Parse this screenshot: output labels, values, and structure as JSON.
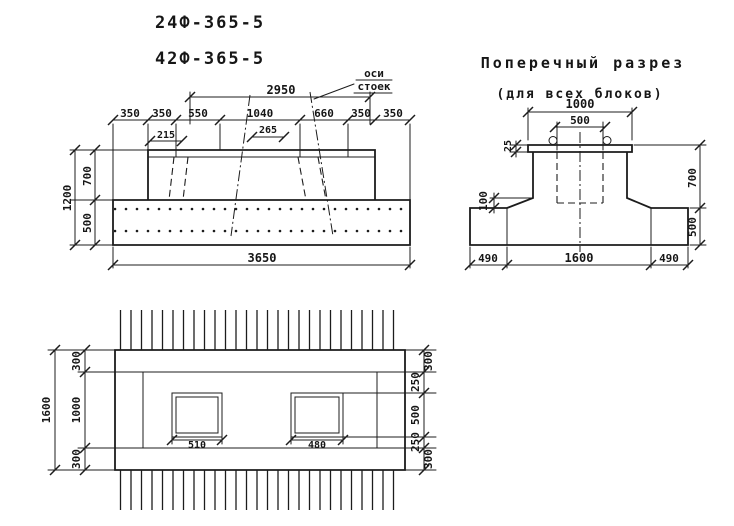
{
  "sheet": {
    "background": "#ffffff",
    "ink": "#1c1c1c"
  },
  "elevation": {
    "mark_top": "24Ф-365-5",
    "mark_bottom": "42Ф-365-5",
    "note_line1": "оси",
    "note_line2": "стоек",
    "dim_span": "2950",
    "chain": [
      "350",
      "350",
      "550",
      "1040",
      "660",
      "350",
      "350"
    ],
    "dim_offset_left": "215",
    "dim_offset_mid": "265",
    "dim_height_total": "1200",
    "dim_height_top": "700",
    "dim_height_base": "500",
    "dim_length_total": "3650"
  },
  "section": {
    "title": "Поперечный разрез",
    "subtitle": "(для всех блоков)",
    "dim_width_top": "1000",
    "dim_socket_width": "500",
    "dim_plate": "25",
    "dim_haunch": "100",
    "dim_height_top": "700",
    "dim_height_base": "500",
    "chain_bottom": [
      "490",
      "1600",
      "490"
    ]
  },
  "plan": {
    "left": {
      "dim_top": "300",
      "dim_mid": "1000",
      "dim_bottom": "300",
      "dim_total": "1600"
    },
    "right": {
      "dim_1": "300",
      "dim_2": "250",
      "dim_3": "500",
      "dim_4": "250",
      "dim_5": "300"
    },
    "dim_socket_left": "510",
    "dim_socket_right": "480"
  }
}
